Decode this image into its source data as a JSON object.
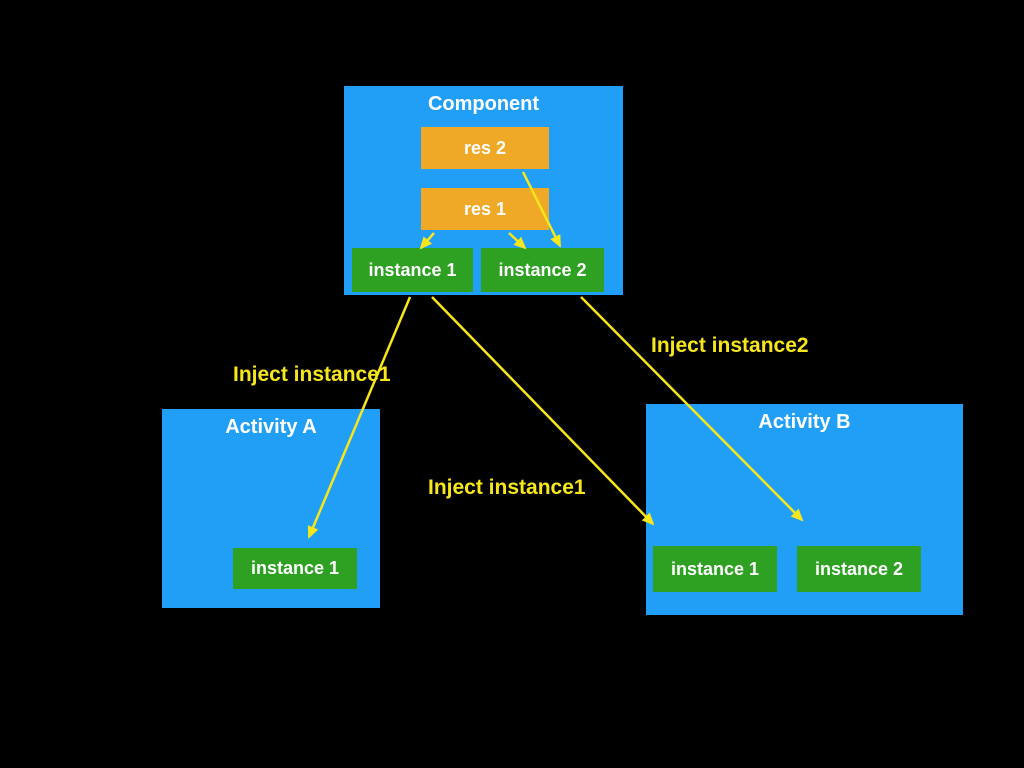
{
  "colors": {
    "background": "#000000",
    "panel_blue": "#219FF7",
    "resource_orange": "#F0A827",
    "instance_green": "#2EA123",
    "arrow_yellow": "#F7E61A",
    "text_white": "#FFFFFF"
  },
  "component": {
    "title": "Component",
    "res2_label": "res 2",
    "res1_label": "res 1",
    "instance1_label": "instance 1",
    "instance2_label": "instance 2"
  },
  "activity_a": {
    "title": "Activity A",
    "instance1_label": "instance 1"
  },
  "activity_b": {
    "title": "Activity B",
    "instance1_label": "instance 1",
    "instance2_label": "instance 2"
  },
  "annotations": {
    "inject_instance1_left": "Inject instance1",
    "inject_instance1_middle": "Inject instance1",
    "inject_instance2_right": "Inject instance2"
  },
  "edges": [
    {
      "from": "component.res1",
      "to": "component.instance1",
      "label": ""
    },
    {
      "from": "component.res1",
      "to": "component.instance2",
      "label": ""
    },
    {
      "from": "component.res2",
      "to": "component.instance2",
      "label": ""
    },
    {
      "from": "component.instance1",
      "to": "activity_a.instance1",
      "label": "Inject instance1"
    },
    {
      "from": "component.instance1",
      "to": "activity_b.instance1",
      "label": "Inject instance1"
    },
    {
      "from": "component.instance2",
      "to": "activity_b.instance2",
      "label": "Inject instance2"
    }
  ]
}
